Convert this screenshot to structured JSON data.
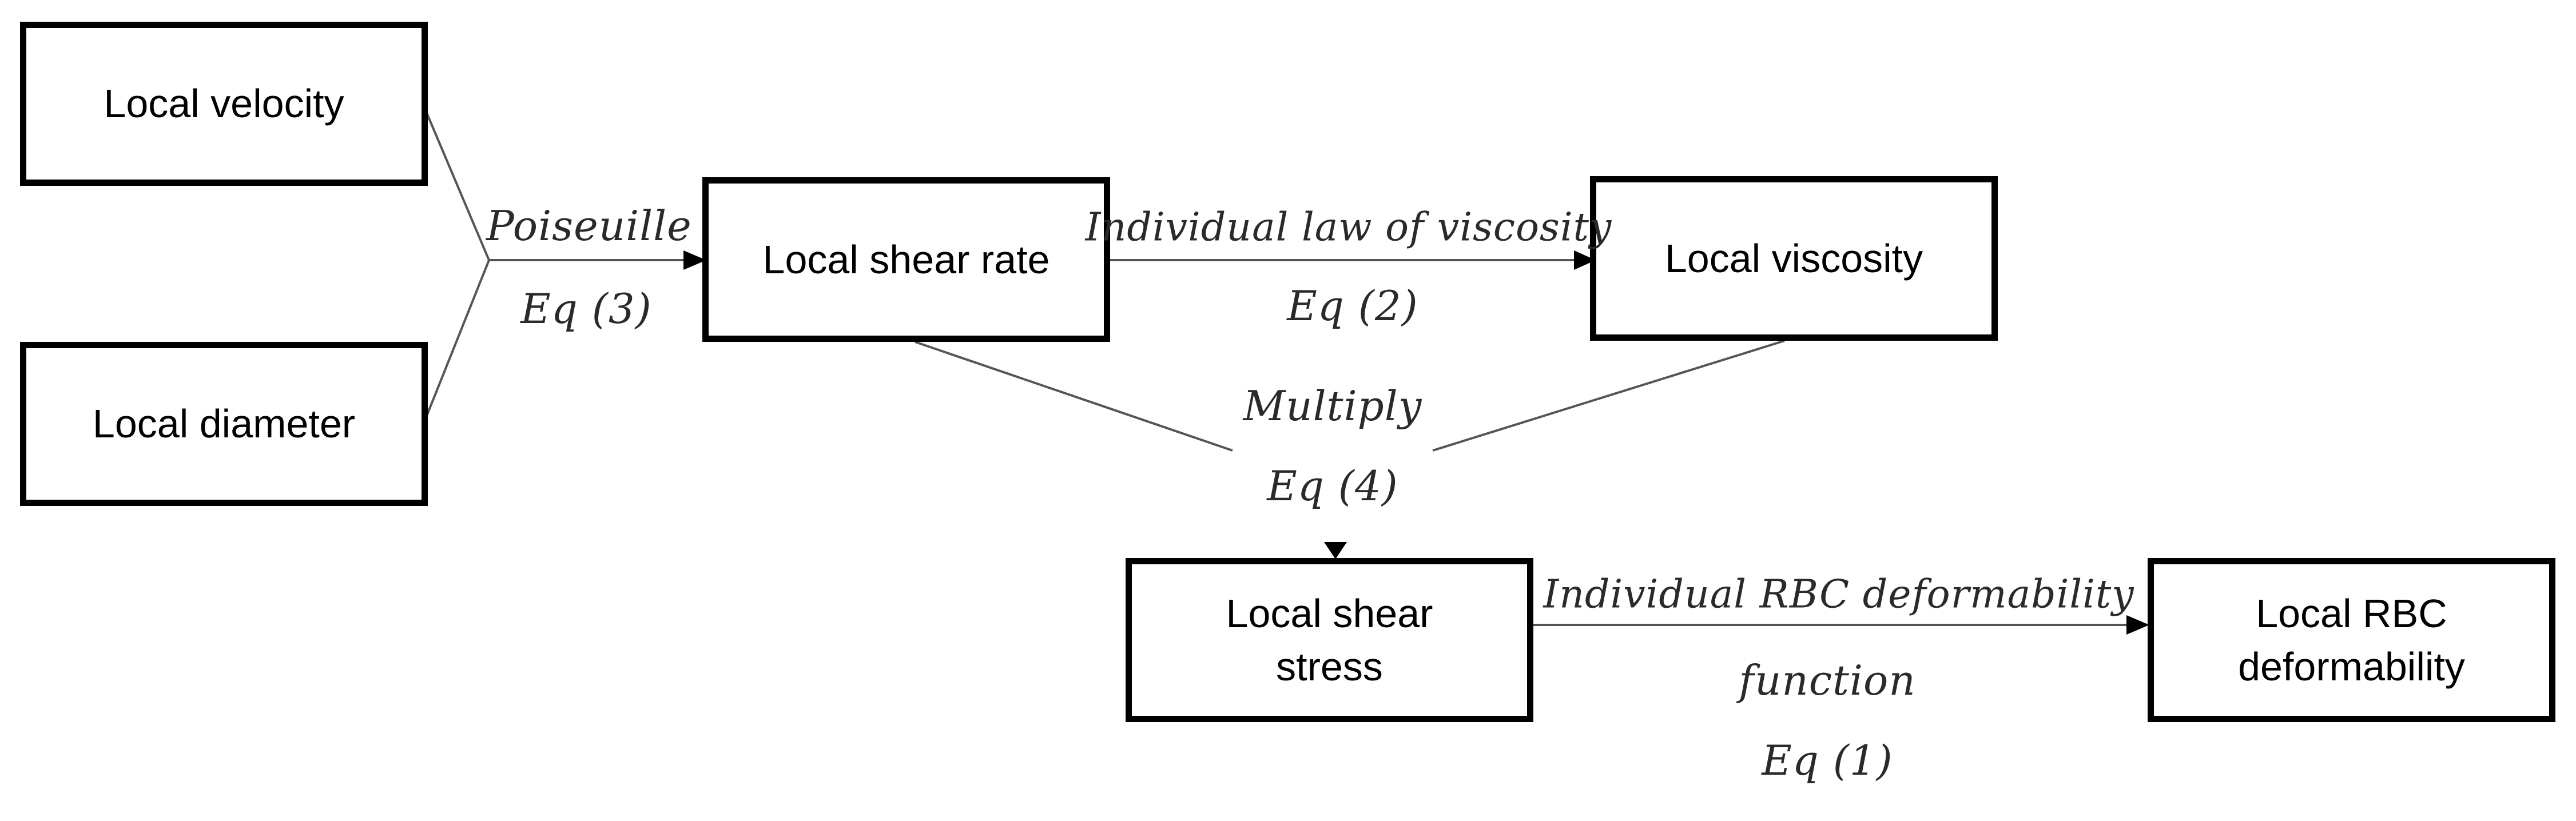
{
  "nodes": {
    "local_velocity": "Local velocity",
    "local_diameter": "Local diameter",
    "local_shear_rate": "Local shear rate",
    "local_viscosity": "Local viscosity",
    "local_shear_stress": "Local shear\nstress",
    "local_rbc_deformability": "Local RBC\ndeformability"
  },
  "edges": {
    "poiseuille": {
      "label": "Poiseuille",
      "eq": "Eq (3)"
    },
    "viscosity_law": {
      "label": "Individual law of viscosity",
      "eq": "Eq (2)"
    },
    "multiply": {
      "label": "Multiply",
      "eq": "Eq (4)"
    },
    "deformability": {
      "label": "Individual RBC deformability",
      "label2": "function",
      "eq": "Eq (1)"
    }
  },
  "colors": {
    "box_border": "#000000",
    "line": "#555555",
    "arrow": "#000000"
  }
}
